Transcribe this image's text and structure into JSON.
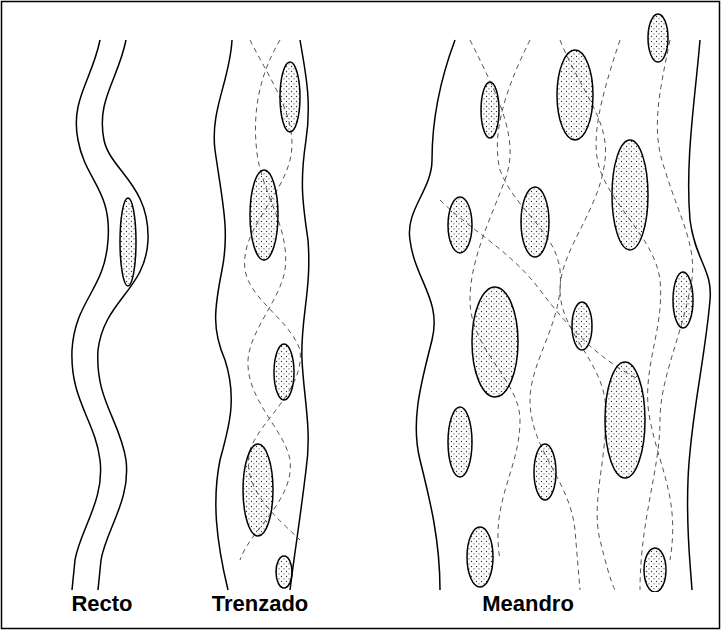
{
  "diagram": {
    "labels": [
      "Recto",
      "Trenzado",
      "Meandro"
    ]
  }
}
